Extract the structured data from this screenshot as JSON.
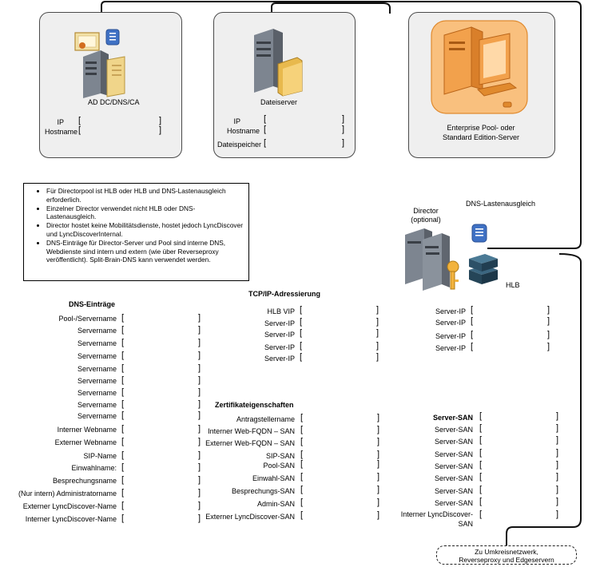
{
  "servers": {
    "ad": {
      "title": "AD DC/DNS/CA",
      "ip_label": "IP",
      "hostname_label": "Hostname"
    },
    "file": {
      "title": "Dateiserver",
      "ip_label": "IP",
      "hostname_label": "Hostname",
      "storage_label": "Dateispeicher"
    },
    "pool": {
      "title_line1": "Enterprise Pool- oder",
      "title_line2": "Standard Edition-Server"
    }
  },
  "notes": [
    "Für Directorpool ist HLB oder HLB und DNS-Lastenausgleich erforderlich.",
    "Einzelner Director verwendet nicht HLB oder DNS-Lastenausgleich.",
    "Director hostet keine Mobilitätsdienste, hostet jedoch LyncDiscover und LyncDiscoverInternal.",
    "DNS-Einträge für Director-Server und Pool sind interne DNS, Webdienste sind intern und extern (wie über Reverseproxy veröffentlicht). Split-Brain-DNS kann verwendet werden."
  ],
  "director": {
    "label_line1": "Director",
    "label_line2": "(optional)",
    "dns_lb": "DNS-Lastenausgleich",
    "hlb": "HLB"
  },
  "dns": {
    "title": "DNS-Einträge",
    "rows": [
      "Pool-/Servername",
      "Servername",
      "Servername",
      "Servername",
      "Servername",
      "Servername",
      "Servername",
      "Servername",
      "Servername",
      "Interner Webname",
      "Externer Webname",
      "SIP-Name",
      "Einwahlname:",
      "Besprechungsname",
      "(Nur intern) Administratorname",
      "Externer LyncDiscover-Name",
      "Interner LyncDiscover-Name"
    ]
  },
  "tcpip": {
    "title": "TCP/IP-Adressierung",
    "left": [
      "HLB VIP",
      "Server-IP",
      "Server-IP",
      "Server-IP",
      "Server-IP"
    ],
    "right": [
      "Server-IP",
      "Server-IP",
      "Server-IP",
      "Server-IP"
    ]
  },
  "cert": {
    "title": "Zertifikateigenschaften",
    "left": [
      "Antragstellername",
      "Interner Web-FQDN – SAN",
      "Externer Web-FQDN – SAN",
      "SIP-SAN",
      "Pool-SAN",
      "Einwahl-SAN",
      "Besprechungs-SAN",
      "Admin-SAN",
      "Externer LyncDiscover-SAN"
    ],
    "right": [
      "Server-SAN",
      "Server-SAN",
      "Server-SAN",
      "Server-SAN",
      "Server-SAN",
      "Server-SAN",
      "Server-SAN",
      "Server-SAN"
    ],
    "right_last_line1": "Interner LyncDiscover-",
    "right_last_line2": "SAN"
  },
  "perimeter": {
    "line1": "Zu Umkreisnetzwerk,",
    "line2": "Reverseproxy und Edgeservern"
  }
}
